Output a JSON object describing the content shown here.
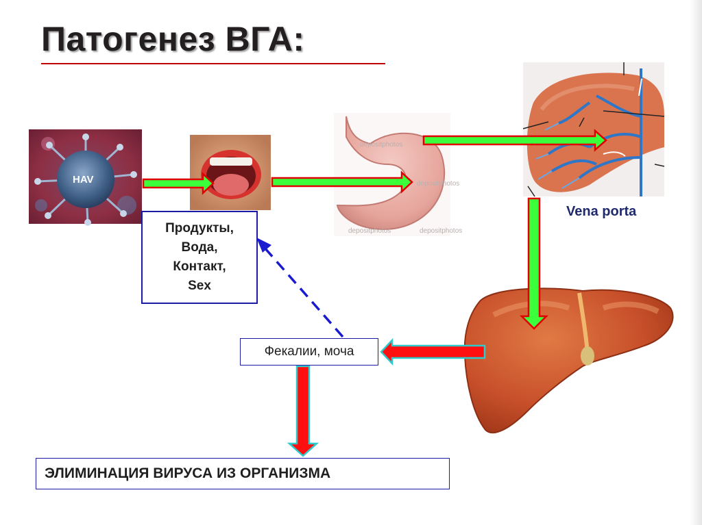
{
  "title": "Патогенез ВГА:",
  "virus": {
    "label": "HAV"
  },
  "routes": {
    "lines": [
      "Продукты,",
      "Вода,",
      "Контакт,",
      "Sex"
    ]
  },
  "excreta": {
    "label": "Фекалии, моча"
  },
  "portal": {
    "label": "Vena porta"
  },
  "elimination": {
    "label": "ЭЛИМИНАЦИЯ ВИРУСА ИЗ ОРГАНИЗМА"
  },
  "watermarks": [
    "depositphotos",
    "depositphotos",
    "depositphotos",
    "depositphotos"
  ],
  "colors": {
    "title_underline": "#c00000",
    "box_border": "#1a1aa6",
    "arrow_green": "#3cff3c",
    "arrow_red": "#ff1010",
    "arrow_outline_red": "#e00000",
    "arrow_outline_cyan": "#2ccccc",
    "dashed_arrow": "#1a1ad0"
  }
}
